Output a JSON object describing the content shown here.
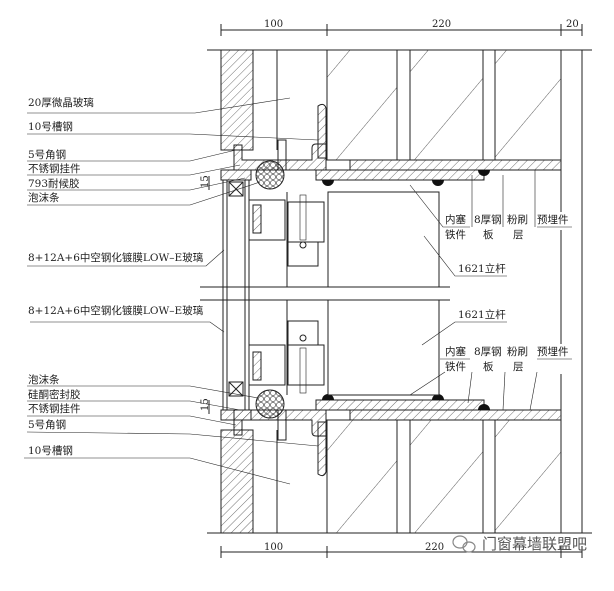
{
  "dimensions": {
    "top": [
      "100",
      "220",
      "20"
    ],
    "bottom": [
      "100",
      "220"
    ],
    "gap_top": "15",
    "gap_bottom": "15"
  },
  "left_labels_top": [
    "20厚微晶玻璃",
    "10号槽钢",
    "5号角钢",
    "不锈钢挂件",
    "793耐候胶",
    "泡沫条",
    "8+12A+6中空钢化镀膜LOW–E玻璃"
  ],
  "left_labels_bottom": [
    "8+12A+6中空钢化镀膜LOW–E玻璃",
    "泡沫条",
    "硅酮密封胶",
    "不锈钢挂件",
    "5号角钢",
    "10号槽钢"
  ],
  "right_labels_top": {
    "insert_1": "内塞",
    "insert_2": "铁件",
    "plate_1": "8厚钢",
    "plate_2": "板",
    "plaster_1": "粉刷",
    "plaster_2": "层",
    "embed": "预埋件",
    "mullion": "1621立杆"
  },
  "right_labels_bottom": {
    "insert_1": "内塞",
    "insert_2": "铁件",
    "plate_1": "8厚钢",
    "plate_2": "板",
    "plaster_1": "粉刷",
    "plaster_2": "层",
    "embed": "预埋件",
    "mullion": "1621立杆"
  },
  "watermark": "门窗幕墙联盟吧"
}
